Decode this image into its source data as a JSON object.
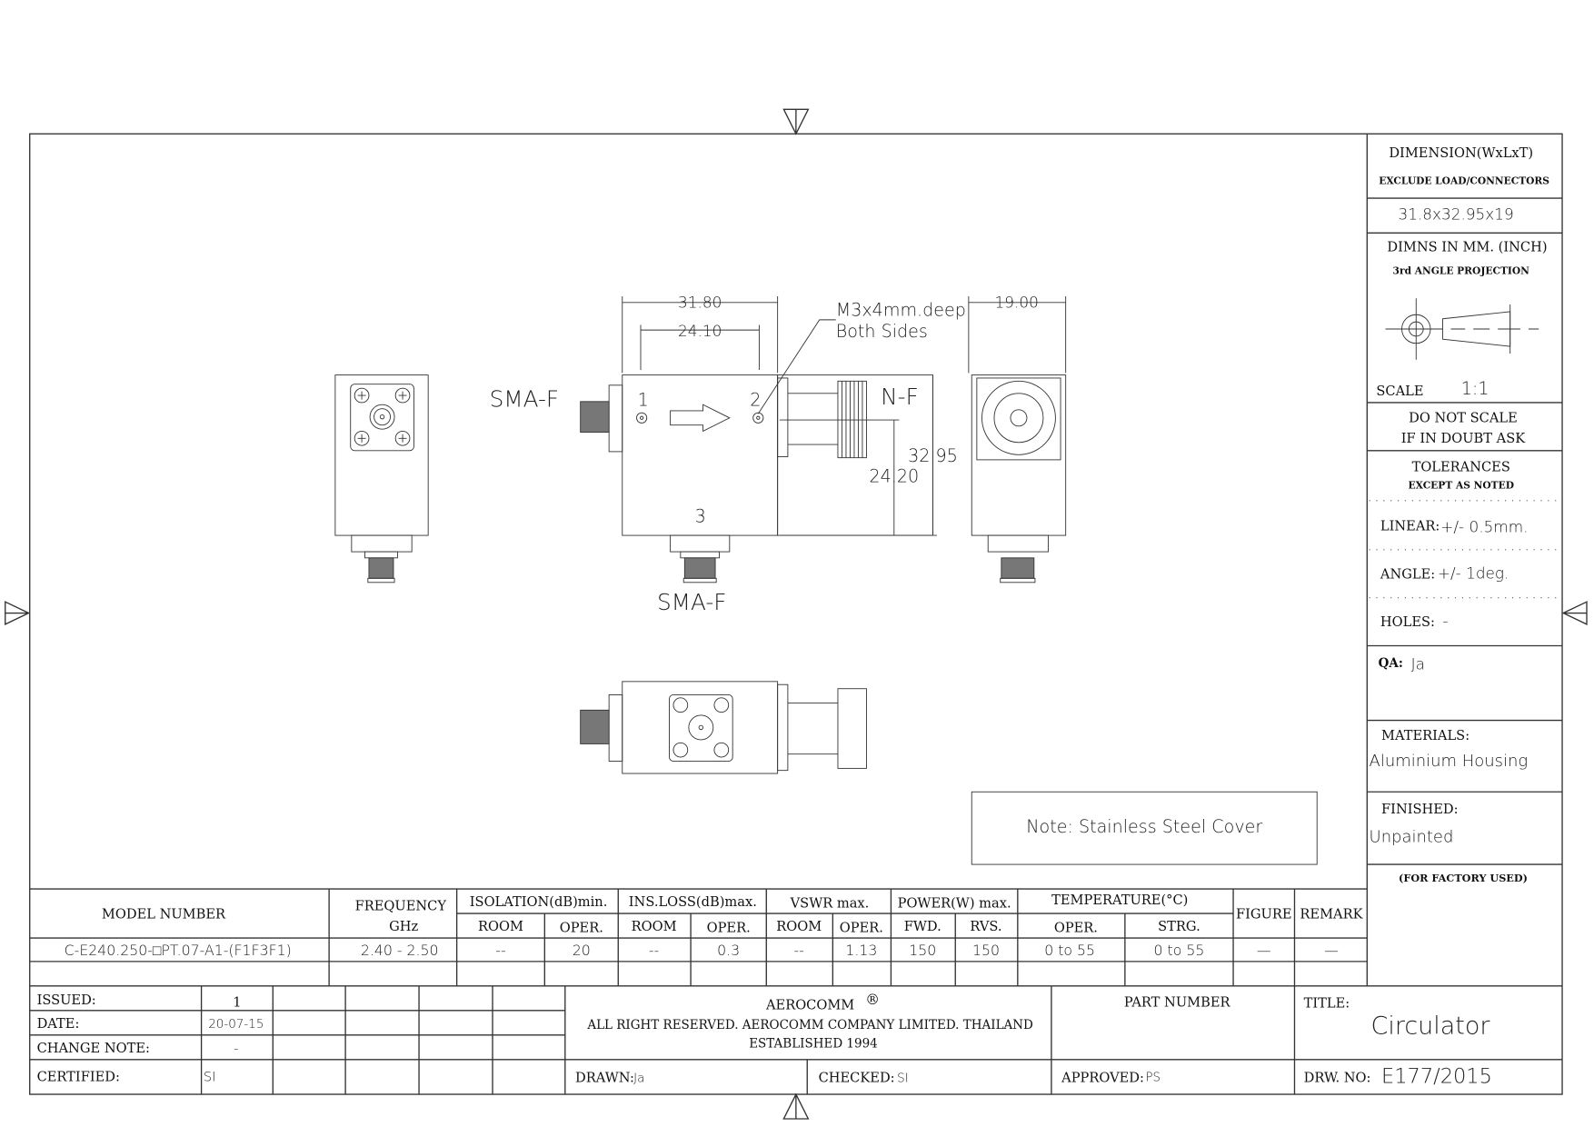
{
  "sidebar": {
    "dimension_title": "DIMENSION(WxLxT)",
    "dimension_sub": "EXCLUDE LOAD/CONNECTORS",
    "dimension_value": "31.8x32.95x19",
    "dimns": "DIMNS IN MM. (INCH)",
    "projection": "3rd ANGLE PROJECTION",
    "scale_label": "SCALE",
    "scale_value": "1:1",
    "do_not_scale": "DO NOT SCALE",
    "if_in_doubt": "IF IN DOUBT ASK",
    "tolerances": "TOLERANCES",
    "except": "EXCEPT AS NOTED",
    "linear_label": "LINEAR:",
    "linear_value": "+/-  0.5mm.",
    "angle_label": "ANGLE:",
    "angle_value": "+/-  1deg.",
    "holes_label": "HOLES:",
    "holes_value": "-",
    "qa_label": "QA:",
    "qa_value": "Ja",
    "materials_label": "MATERIALS:",
    "materials_value": "Aluminium Housing",
    "finished_label": "FINISHED:",
    "finished_value": "Unpainted",
    "factory": "(FOR FACTORY USED)"
  },
  "drawing": {
    "dim_width": "31.80",
    "dim_holes": "24.10",
    "dim_thick": "19.00",
    "dim_height": "32.95",
    "dim_hole_height": "24.20",
    "hole_note_1": "M3x4mm.deep",
    "hole_note_2": "Both Sides",
    "port1": "1",
    "port2": "2",
    "port3": "3",
    "conn_left": "SMA-F",
    "conn_bottom": "SMA-F",
    "conn_right": "N-F",
    "note": "Note: Stainless Steel Cover"
  },
  "spec_table": {
    "headers": {
      "model": "MODEL NUMBER",
      "freq": "FREQUENCY",
      "freq_unit": "GHz",
      "isolation": "ISOLATION(dB)min.",
      "insloss": "INS.LOSS(dB)max.",
      "vswr": "VSWR  max.",
      "power": "POWER(W)  max.",
      "temp": "TEMPERATURE(°C)",
      "figure": "FIGURE",
      "remark": "REMARK"
    },
    "sub": {
      "iso_room": "ROOM",
      "iso_oper": "OPER.",
      "il_room": "ROOM",
      "il_oper": "OPER.",
      "vswr_room": "ROOM",
      "vswr_oper": "OPER.",
      "fwd": "FWD.",
      "rvs": "RVS.",
      "t_oper": "OPER.",
      "t_strg": "STRG."
    },
    "row": {
      "model": "C-E240.250-□PT.07-A1-(F1F3F1)",
      "freq": "2.40  -  2.50",
      "iso_room": "--",
      "iso_oper": "20",
      "il_room": "--",
      "il_oper": "0.3",
      "vswr_room": "--",
      "vswr_oper": "1.13",
      "fwd": "150",
      "rvs": "150",
      "t_oper": "0  to  55",
      "t_strg": "0  to  55",
      "figure": "—",
      "remark": "—"
    }
  },
  "title_block": {
    "issued_label": "ISSUED:",
    "issued": "1",
    "date_label": "DATE:",
    "date": "20-07-15",
    "change_label": "CHANGE NOTE:",
    "change": "-",
    "certified_label": "CERTIFIED:",
    "certified": "SI",
    "company": "AEROCOMM",
    "reg": "®",
    "rights": "ALL RIGHT RESERVED. AEROCOMM COMPANY LIMITED. THAILAND",
    "established": "ESTABLISHED 1994",
    "part_number_label": "PART NUMBER",
    "title_label": "TITLE:",
    "title": "Circulator",
    "drawn_label": "DRAWN:",
    "drawn": "Ja",
    "checked_label": "CHECKED:",
    "checked": "SI",
    "approved_label": "APPROVED:",
    "approved": "PS",
    "drw_label": "DRW. NO:",
    "drw": "E177/2015"
  }
}
